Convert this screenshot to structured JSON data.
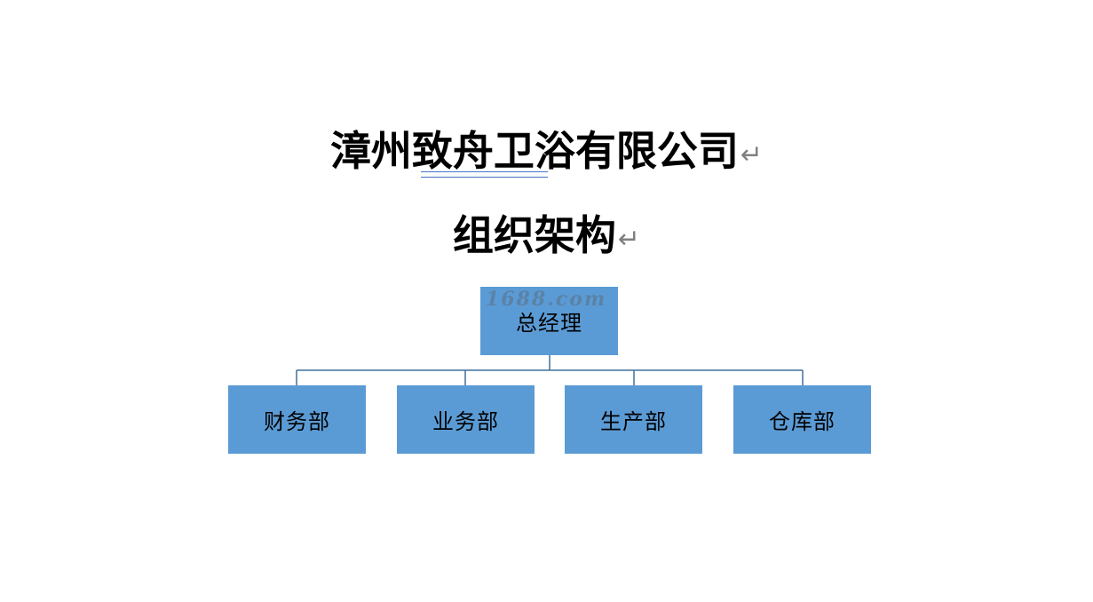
{
  "title": {
    "line1": "漳州致舟卫浴有限公司",
    "line2": "组织架构",
    "return_mark": "↵"
  },
  "org_chart": {
    "root": "总经理",
    "departments": [
      "财务部",
      "业务部",
      "生产部",
      "仓库部"
    ]
  },
  "watermark": "1688.com",
  "colors": {
    "box_fill": "#5b9bd5",
    "connector": "#41719c",
    "return_mark": "#808080"
  }
}
